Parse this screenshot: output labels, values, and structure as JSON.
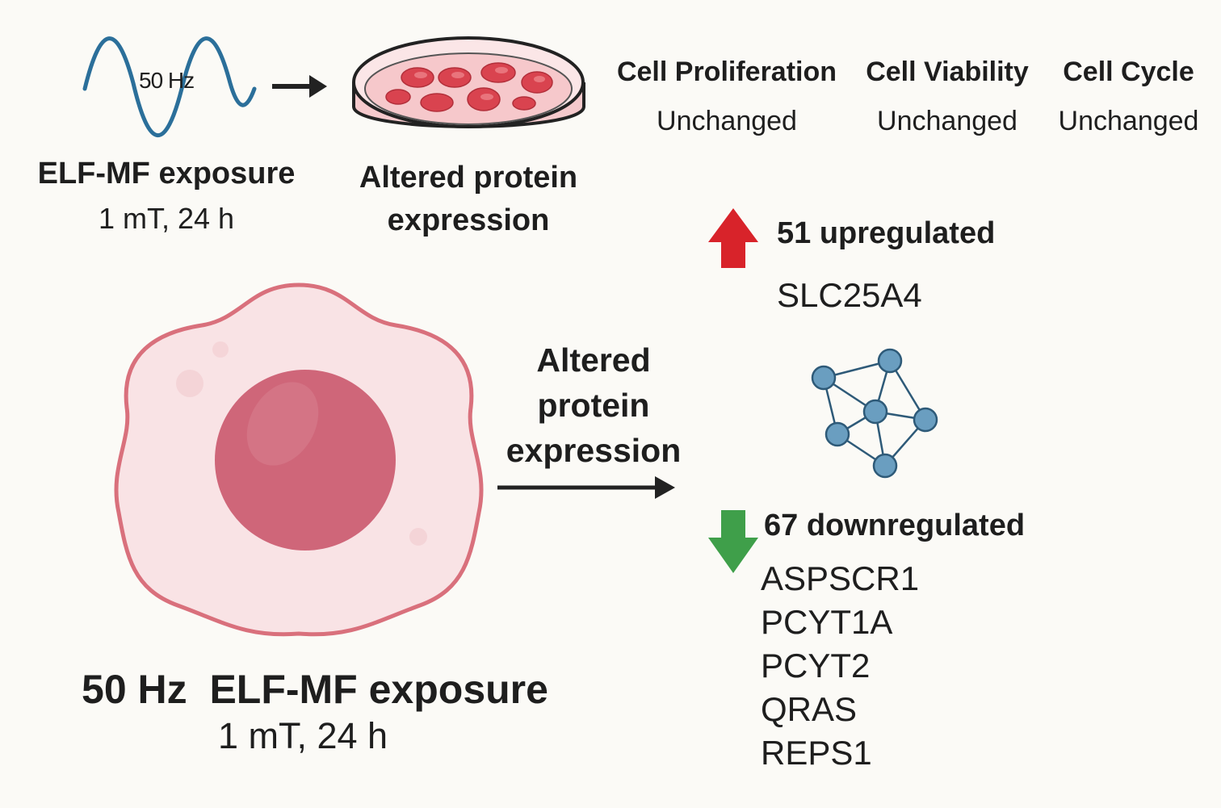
{
  "top_left": {
    "wave_label": "50 Hz",
    "exposure_title": "ELF-MF exposure",
    "exposure_subtitle": "1 mT, 24 h",
    "altered_label_line1": "Altered protein",
    "altered_label_line2": "expression"
  },
  "metrics": [
    {
      "title": "Cell Proliferation",
      "value": "Unchanged"
    },
    {
      "title": "Cell Viability",
      "value": "Unchanged"
    },
    {
      "title": "Cell Cycle",
      "value": "Unchanged"
    }
  ],
  "middle": {
    "altered_line1": "Altered",
    "altered_line2": "protein",
    "altered_line3": "expression"
  },
  "upregulated": {
    "count_label": "51 upregulated",
    "genes": [
      "SLC25A4"
    ],
    "color": "#d8232a"
  },
  "downregulated": {
    "count_label": "67 downregulated",
    "genes": [
      "ASPSCR1",
      "PCYT1A",
      "PCYT2",
      "QRAS",
      "REPS1"
    ],
    "color": "#3f9f4a"
  },
  "bottom": {
    "title": "50 Hz  ELF-MF exposure",
    "subtitle": "1 mT, 24 h"
  },
  "colors": {
    "wave": "#2b6f9a",
    "cell_membrane": "#d9707c",
    "cell_cytoplasm": "#f9e3e5",
    "nucleus": "#cf6679",
    "network_node": "#6a9ec0",
    "network_edge": "#2e5a78",
    "dish_cell": "#d9434f"
  },
  "icons": [
    "sine-wave-icon",
    "arrow-right-icon",
    "petri-dish-icon",
    "up-arrow-icon",
    "protein-network-icon",
    "down-arrow-icon",
    "cell-icon"
  ]
}
